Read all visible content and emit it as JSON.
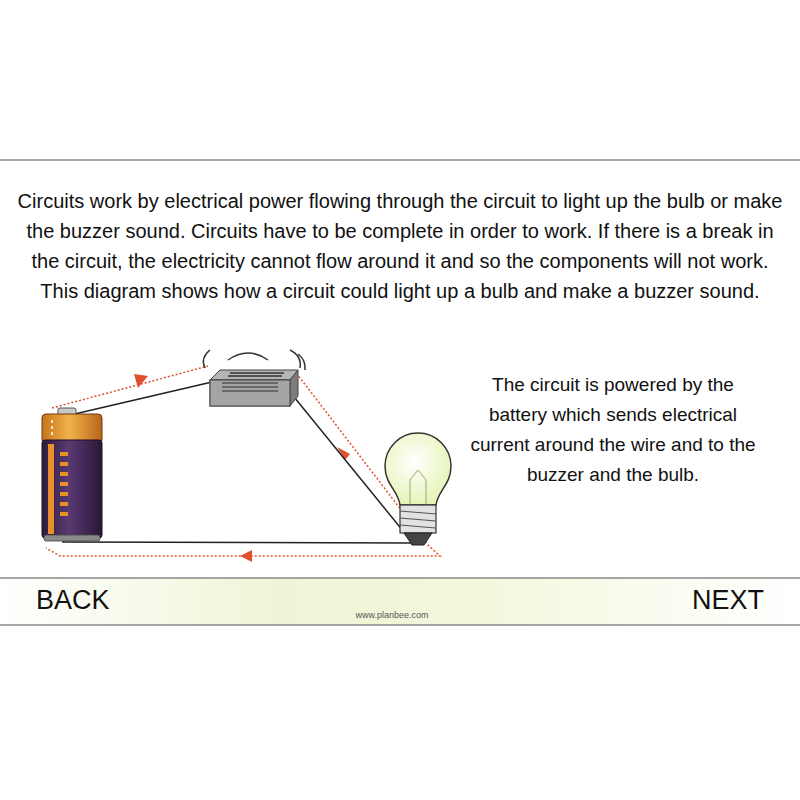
{
  "diagram": {
    "labels": [
      "Circuits work by electrical power flowing through the circuit to light up the bulb or make the buzzer sound. Circuits have to be complete in order to work. If there is a break in the circuit, the electricity cannot flow around it and so the components will not work. This diagram shows how a circuit could light up a bulb and make a buzzer sound.",
      "The circuit is powered by the battery which sends electrical current around the wire and to the buzzer and the bulb.",
      "BACK",
      "NEXT",
      "www.planbee.com"
    ]
  }
}
